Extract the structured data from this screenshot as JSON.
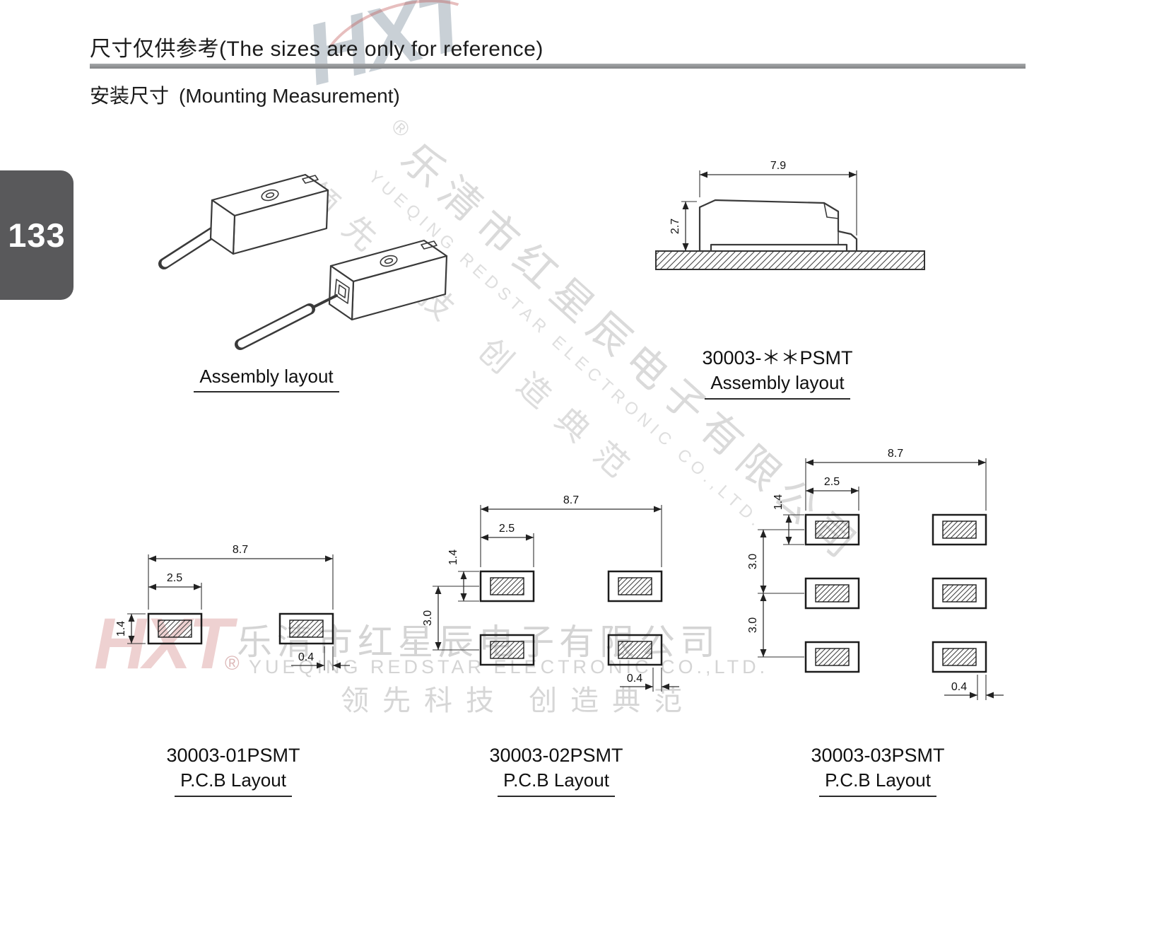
{
  "page": {
    "number": "133",
    "title": "尺寸仅供参考(The sizes are only for reference)",
    "subtitle_cn": "安装尺寸",
    "subtitle_en": "(Mounting Measurement)"
  },
  "figures": {
    "iso": {
      "caption": "Assembly layout"
    },
    "side": {
      "part": "30003-＊＊PSMT",
      "caption": "Assembly layout",
      "dim_width": "7.9",
      "dim_height": "2.7"
    },
    "pcb1": {
      "part": "30003-01PSMT",
      "caption": "P.C.B Layout",
      "dim_overall": "8.7",
      "dim_pad_w": "2.5",
      "dim_pad_h": "1.4",
      "dim_offset": "0.4"
    },
    "pcb2": {
      "part": "30003-02PSMT",
      "caption": "P.C.B Layout",
      "dim_overall": "8.7",
      "dim_pad_w": "2.5",
      "dim_pad_h": "1.4",
      "dim_pitch": "3.0",
      "dim_offset": "0.4"
    },
    "pcb3": {
      "part": "30003-03PSMT",
      "caption": "P.C.B Layout",
      "dim_overall": "8.7",
      "dim_pad_w": "2.5",
      "dim_pad_h": "1.4",
      "dim_pitch1": "3.0",
      "dim_pitch2": "3.0",
      "dim_offset": "0.4"
    }
  },
  "watermark": {
    "logo": "HXT",
    "registered": "®",
    "company_cn": "乐清市红星辰电子有限公司",
    "company_en": "YUEQING REDSTAR ELECTRONIC CO.,LTD.",
    "slogan": "领先科技 创造典范"
  }
}
